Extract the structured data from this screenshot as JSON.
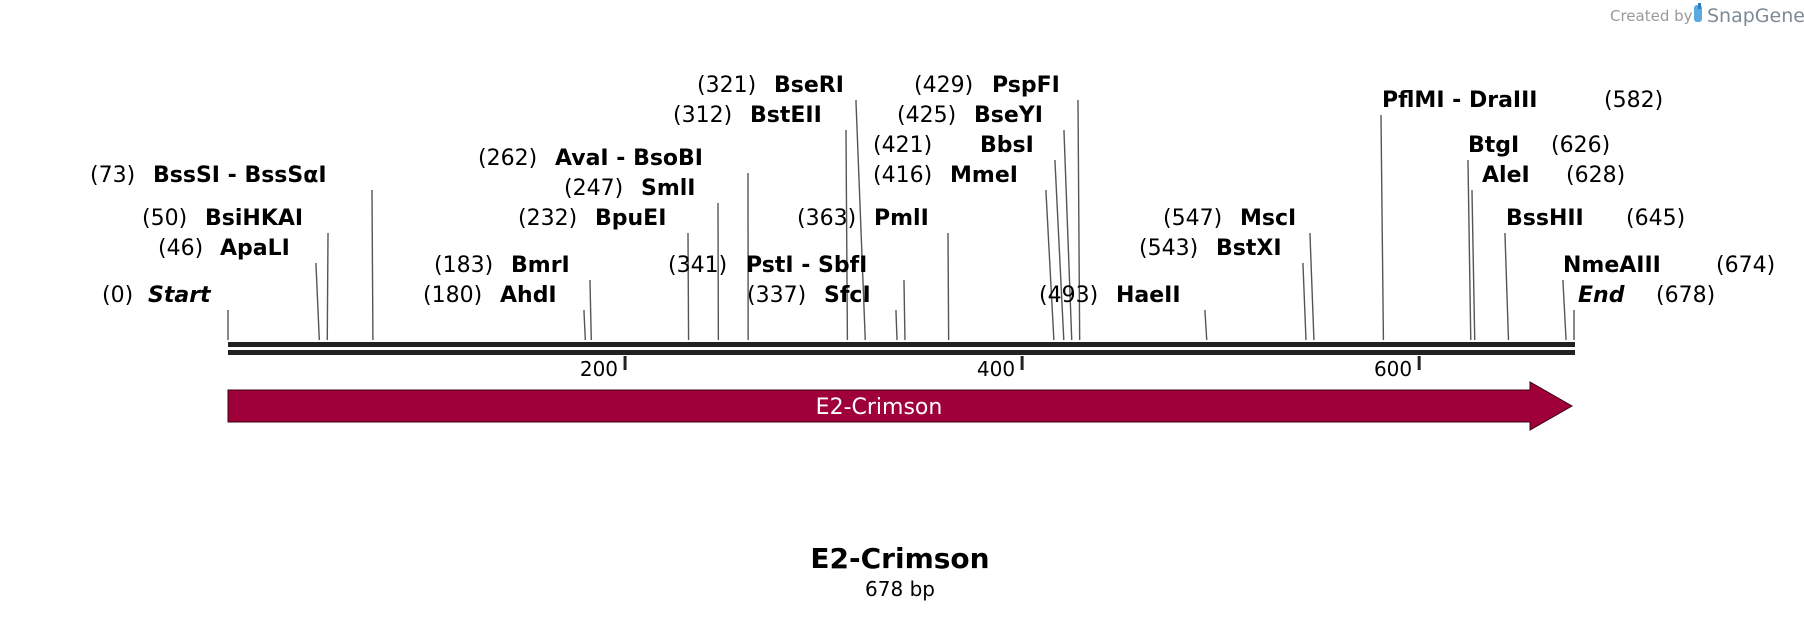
{
  "credit": {
    "prefix": "Created by",
    "brand": "SnapGene"
  },
  "sequence": {
    "name": "E2-Crimson",
    "length_label": "678 bp",
    "length": 678
  },
  "feature": {
    "label": "E2-Crimson",
    "start": 0,
    "end": 678,
    "color": "#a0003a"
  },
  "ticks": [
    {
      "position": 200,
      "label": "200"
    },
    {
      "position": 400,
      "label": "400"
    },
    {
      "position": 600,
      "label": "600"
    }
  ],
  "sites": [
    {
      "pos": 0,
      "pos_label": "(0)",
      "name": "Start",
      "italic": true
    },
    {
      "pos": 46,
      "pos_label": "(46)",
      "name": "ApaLI"
    },
    {
      "pos": 50,
      "pos_label": "(50)",
      "name": "BsiHKAI"
    },
    {
      "pos": 73,
      "pos_label": "(73)",
      "name": "BssSI  - BssSαI"
    },
    {
      "pos": 180,
      "pos_label": "(180)",
      "name": "AhdI"
    },
    {
      "pos": 183,
      "pos_label": "(183)",
      "name": "BmrI"
    },
    {
      "pos": 232,
      "pos_label": "(232)",
      "name": "BpuEI"
    },
    {
      "pos": 247,
      "pos_label": "(247)",
      "name": "SmlI"
    },
    {
      "pos": 262,
      "pos_label": "(262)",
      "name": "AvaI  - BsoBI"
    },
    {
      "pos": 312,
      "pos_label": "(312)",
      "name": "BstEII"
    },
    {
      "pos": 321,
      "pos_label": "(321)",
      "name": "BseRI"
    },
    {
      "pos": 337,
      "pos_label": "(337)",
      "name": "SfcI"
    },
    {
      "pos": 341,
      "pos_label": "(341)",
      "name": "PstI  - SbfI"
    },
    {
      "pos": 363,
      "pos_label": "(363)",
      "name": "PmlI"
    },
    {
      "pos": 416,
      "pos_label": "(416)",
      "name": "MmeI"
    },
    {
      "pos": 421,
      "pos_label": "(421)",
      "name": "BbsI"
    },
    {
      "pos": 425,
      "pos_label": "(425)",
      "name": "BseYI"
    },
    {
      "pos": 429,
      "pos_label": "(429)",
      "name": "PspFI"
    },
    {
      "pos": 493,
      "pos_label": "(493)",
      "name": "HaeII"
    },
    {
      "pos": 543,
      "pos_label": "(543)",
      "name": "BstXI"
    },
    {
      "pos": 547,
      "pos_label": "(547)",
      "name": "MscI"
    },
    {
      "pos": 582,
      "pos_label": "(582)",
      "name": "PflMI  - DraIII"
    },
    {
      "pos": 626,
      "pos_label": "(626)",
      "name": "BtgI"
    },
    {
      "pos": 628,
      "pos_label": "(628)",
      "name": "AleI"
    },
    {
      "pos": 645,
      "pos_label": "(645)",
      "name": "BssHII"
    },
    {
      "pos": 674,
      "pos_label": "(674)",
      "name": "NmeAIII"
    },
    {
      "pos": 678,
      "pos_label": "(678)",
      "name": "End",
      "italic": true
    }
  ]
}
